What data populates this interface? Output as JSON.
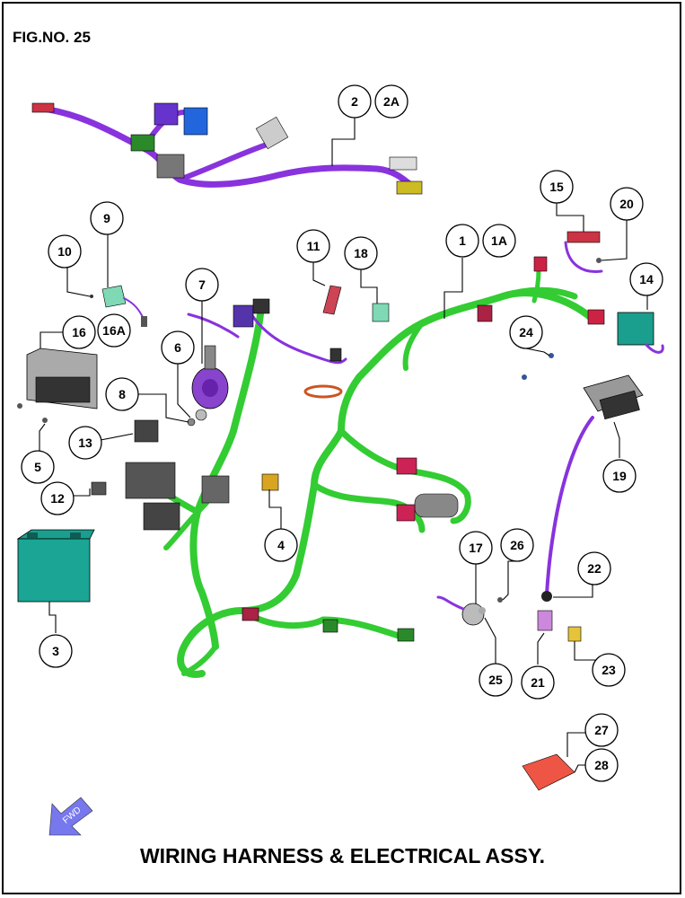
{
  "figure_number": "FIG.NO. 25",
  "title": "WIRING HARNESS & ELECTRICAL ASSY.",
  "fwd_label": "FWD",
  "colors": {
    "main_harness": "#33cc33",
    "sub_harness": "#8833dd",
    "outline": "#000000"
  },
  "callouts": [
    {
      "id": "1",
      "label": "1"
    },
    {
      "id": "1A",
      "label": "1A"
    },
    {
      "id": "2",
      "label": "2"
    },
    {
      "id": "2A",
      "label": "2A"
    },
    {
      "id": "3",
      "label": "3"
    },
    {
      "id": "4",
      "label": "4"
    },
    {
      "id": "5",
      "label": "5"
    },
    {
      "id": "6",
      "label": "6"
    },
    {
      "id": "7",
      "label": "7"
    },
    {
      "id": "8",
      "label": "8"
    },
    {
      "id": "9",
      "label": "9"
    },
    {
      "id": "10",
      "label": "10"
    },
    {
      "id": "11",
      "label": "11"
    },
    {
      "id": "12",
      "label": "12"
    },
    {
      "id": "13",
      "label": "13"
    },
    {
      "id": "14",
      "label": "14"
    },
    {
      "id": "15",
      "label": "15"
    },
    {
      "id": "16",
      "label": "16"
    },
    {
      "id": "16A",
      "label": "16A"
    },
    {
      "id": "17",
      "label": "17"
    },
    {
      "id": "18",
      "label": "18"
    },
    {
      "id": "19",
      "label": "19"
    },
    {
      "id": "20",
      "label": "20"
    },
    {
      "id": "21",
      "label": "21"
    },
    {
      "id": "22",
      "label": "22"
    },
    {
      "id": "23",
      "label": "23"
    },
    {
      "id": "24",
      "label": "24"
    },
    {
      "id": "25",
      "label": "25"
    },
    {
      "id": "26",
      "label": "26"
    },
    {
      "id": "27",
      "label": "27"
    },
    {
      "id": "28",
      "label": "28"
    }
  ]
}
